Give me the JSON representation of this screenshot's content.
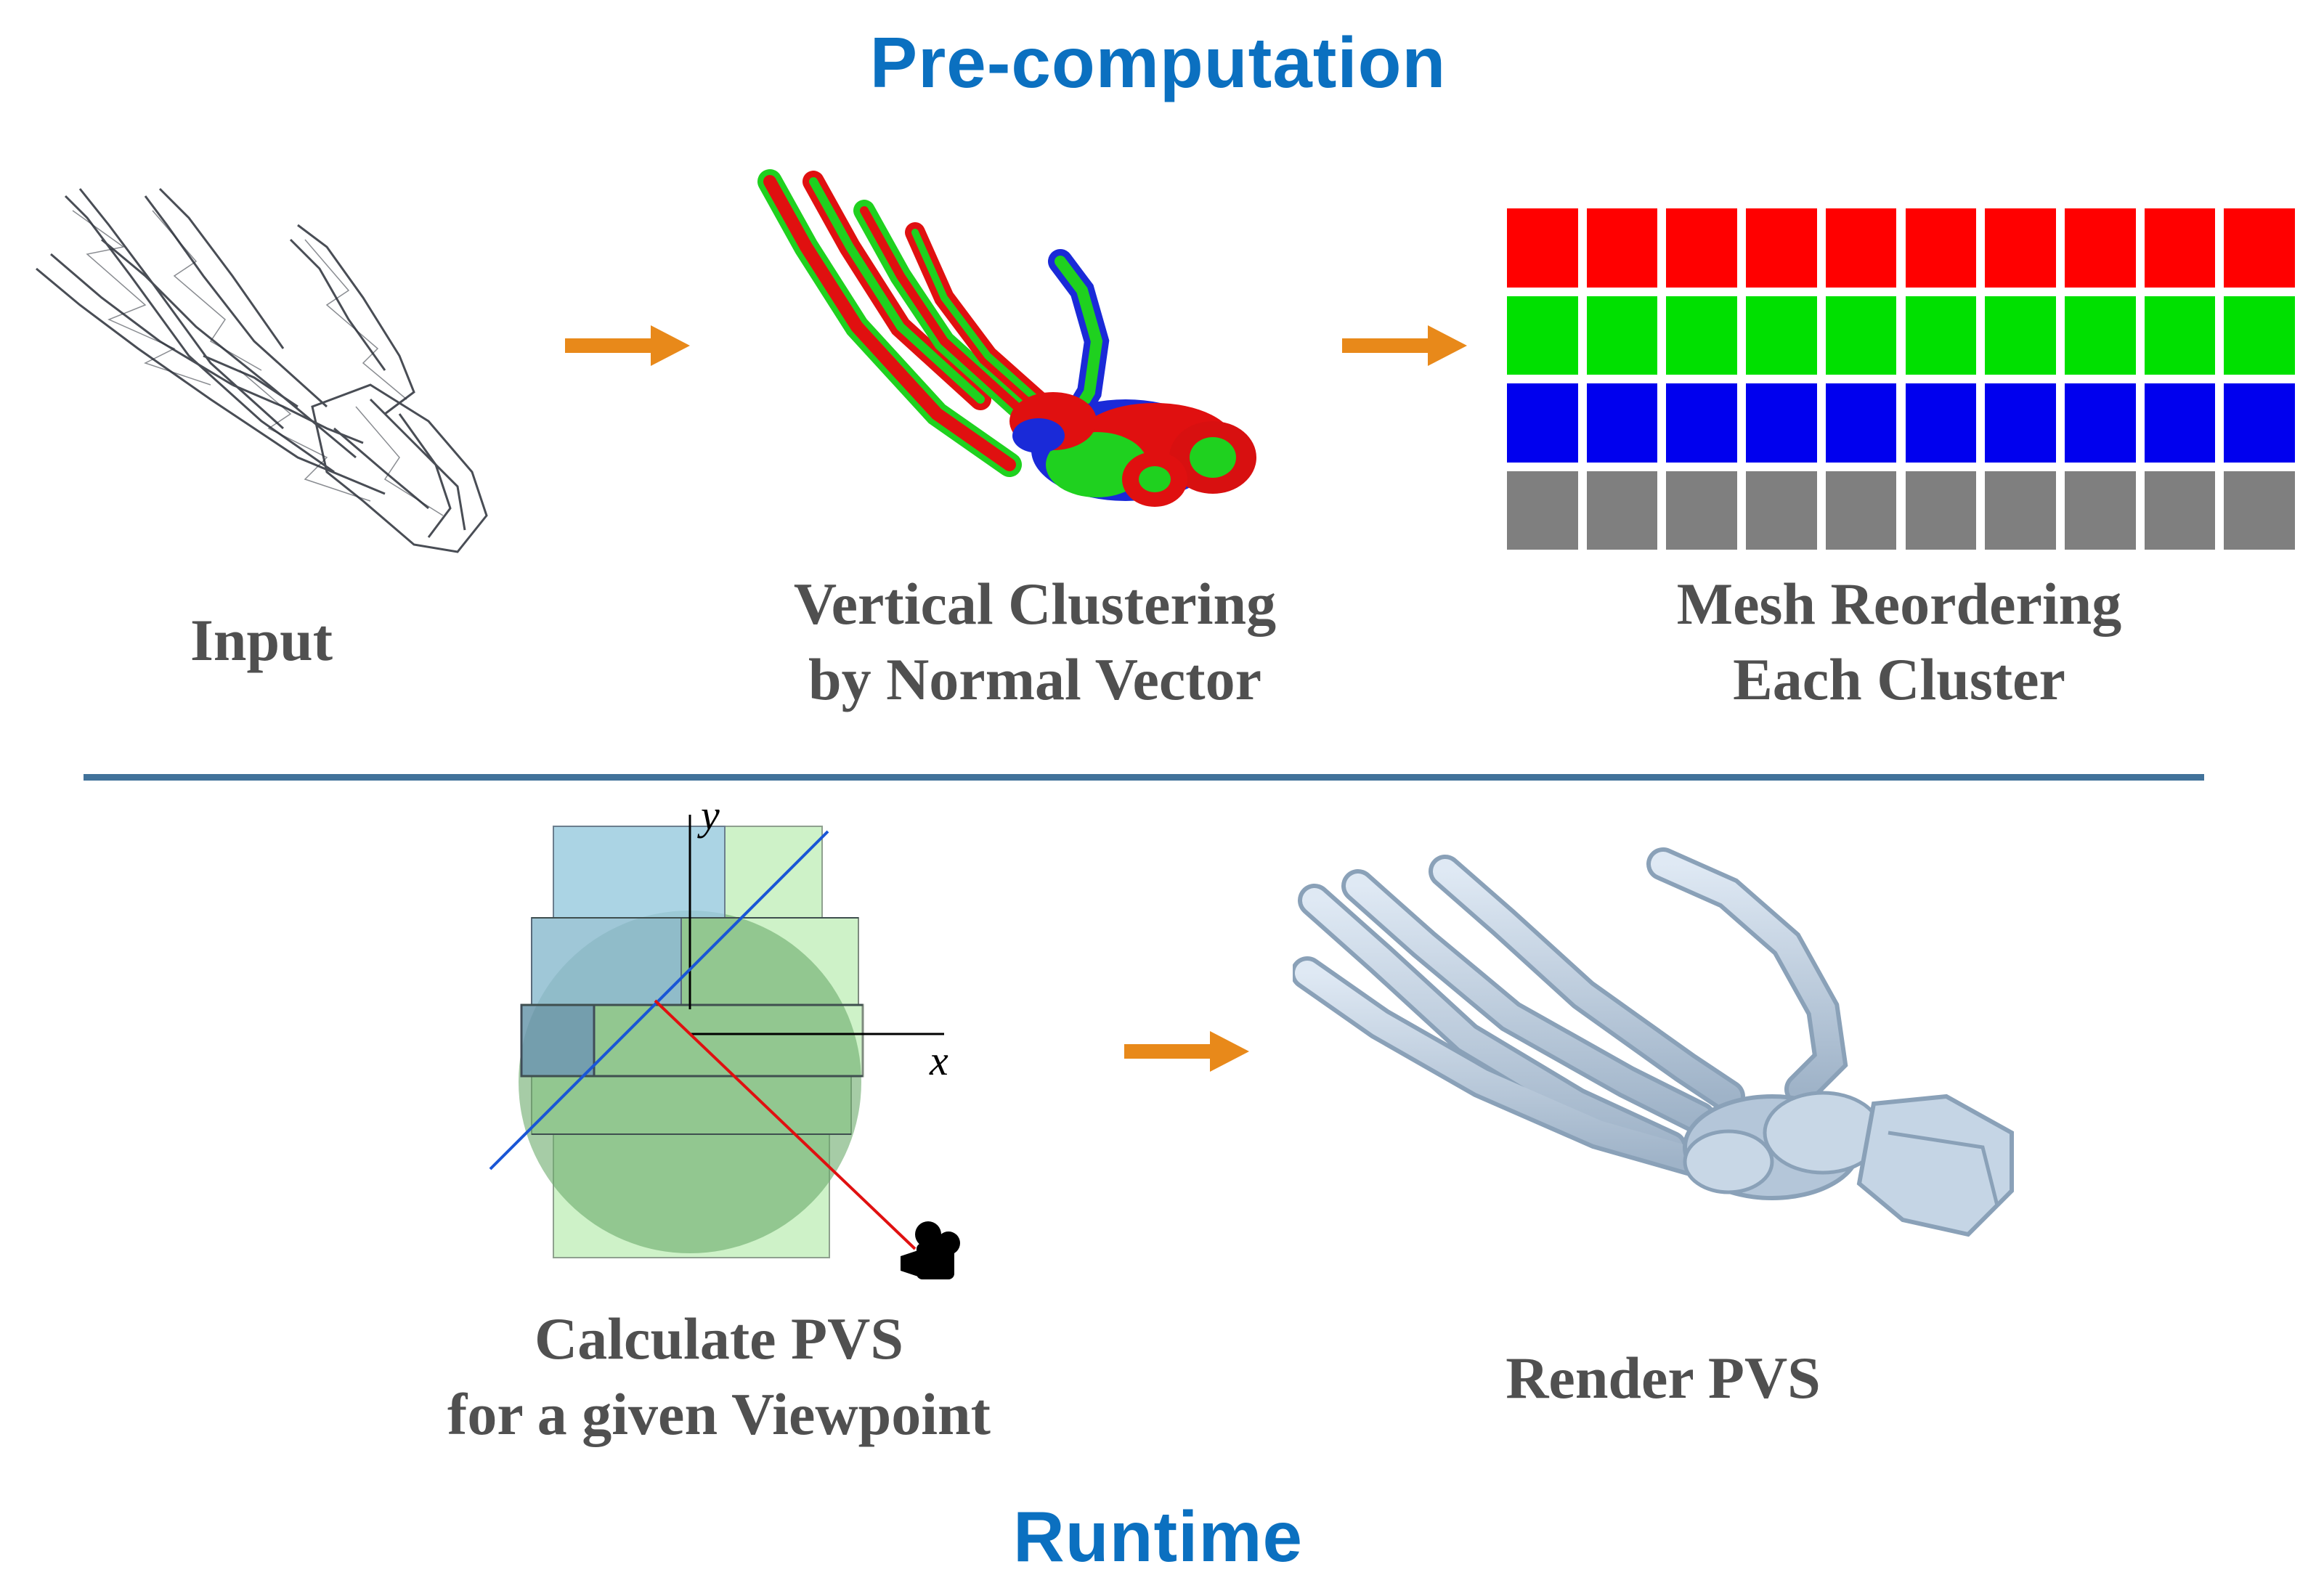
{
  "titles": {
    "top": "Pre-computation",
    "bottom": "Runtime"
  },
  "captions": {
    "input": [
      "Input"
    ],
    "clustering": [
      "Vertical Clustering",
      "by Normal Vector"
    ],
    "reordering": [
      "Mesh Reordering",
      "Each Cluster"
    ],
    "calculate": [
      "Calculate PVS",
      "for a given Viewpoint"
    ],
    "render": [
      "Render PVS"
    ]
  },
  "axes": {
    "x_label": "x",
    "y_label": "y"
  },
  "grid": {
    "rows": [
      {
        "color": "#ff0000",
        "count": 10
      },
      {
        "color": "#00e000",
        "count": 10
      },
      {
        "color": "#0000ee",
        "count": 10
      },
      {
        "color": "#7f7f7f",
        "count": 10
      }
    ]
  },
  "colors": {
    "title": "#0b70c0",
    "arrow": "#e8891a",
    "divider": "#41729a",
    "caption": "#505050"
  },
  "icons": {
    "arrows": [
      "right-arrow-icon",
      "right-arrow-icon",
      "right-arrow-icon"
    ],
    "camera": "camera-icon"
  }
}
